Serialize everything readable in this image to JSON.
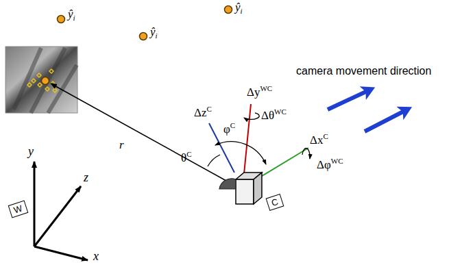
{
  "diagram": {
    "nodes": [
      {
        "text": [
          "W"
        ]
      },
      {
        "text": [
          "C"
        ]
      }
    ],
    "labels": [
      "ŷi",
      "ŷi",
      "ŷi",
      "camera movement direction",
      "r",
      "θC",
      "ΔzC",
      "φC",
      "ΔyWC",
      "ΔθWC",
      "ΔxC",
      "ΔφWC",
      "y",
      "z",
      "x"
    ]
  }
}
